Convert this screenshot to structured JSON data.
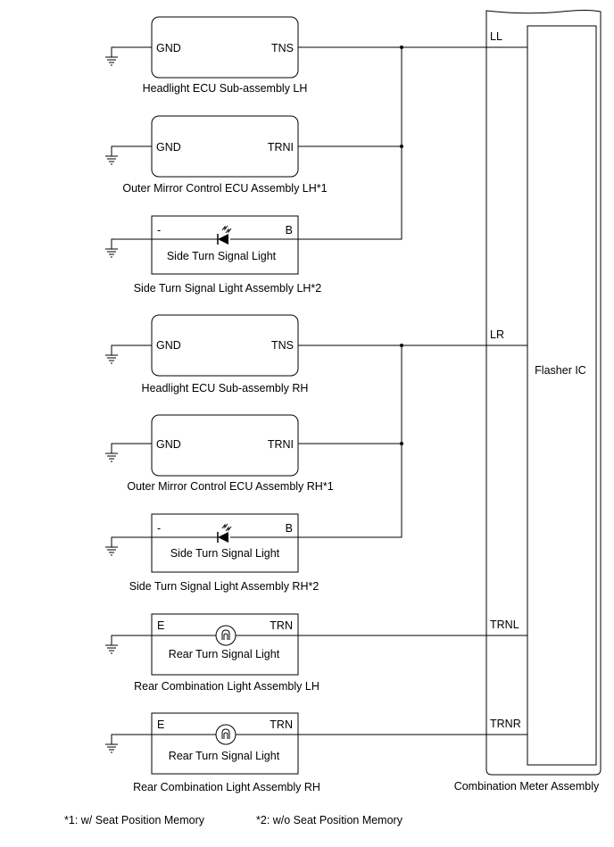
{
  "meter": {
    "ic_label": "Flasher IC",
    "caption": "Combination Meter Assembly"
  },
  "wires": {
    "ll": "LL",
    "lr": "LR",
    "trnl": "TRNL",
    "trnr": "TRNR"
  },
  "lh": {
    "headlight": {
      "pin_left": "GND",
      "pin_right": "TNS",
      "caption": "Headlight ECU Sub-assembly LH"
    },
    "mirror": {
      "pin_left": "GND",
      "pin_right": "TRNI",
      "caption": "Outer Mirror Control ECU Assembly LH*1"
    },
    "side": {
      "pin_left": "-",
      "pin_right": "B",
      "inner": "Side Turn  Signal Light",
      "caption": "Side Turn Signal Light Assembly LH*2"
    }
  },
  "rh": {
    "headlight": {
      "pin_left": "GND",
      "pin_right": "TNS",
      "caption": "Headlight ECU Sub-assembly RH"
    },
    "mirror": {
      "pin_left": "GND",
      "pin_right": "TRNI",
      "caption": "Outer Mirror Control ECU Assembly RH*1"
    },
    "side": {
      "pin_left": "-",
      "pin_right": "B",
      "inner": "Side Turn  Signal Light",
      "caption": "Side Turn Signal Light Assembly RH*2"
    }
  },
  "rear_lh": {
    "pin_left": "E",
    "pin_right": "TRN",
    "inner": "Rear Turn  Signal Light",
    "caption": "Rear Combination Light Assembly LH"
  },
  "rear_rh": {
    "pin_left": "E",
    "pin_right": "TRN",
    "inner": "Rear Turn  Signal Light",
    "caption": "Rear Combination Light Assembly RH"
  },
  "footnotes": [
    "*1: w/ Seat Position Memory",
    "*2: w/o Seat Position Memory"
  ]
}
